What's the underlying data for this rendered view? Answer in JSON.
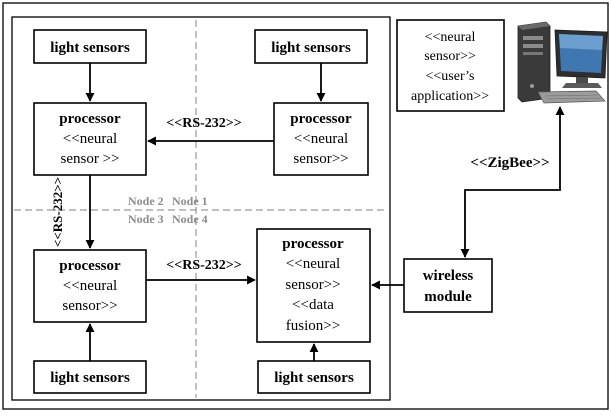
{
  "diagram": {
    "sensors": {
      "top_left": "light sensors",
      "top_right": "light sensors",
      "bottom_left": "light sensors",
      "bottom_right": "light sensors"
    },
    "processors": {
      "node2": {
        "title": "processor",
        "line1": "<<neural",
        "line2": "sensor >>"
      },
      "node1": {
        "title": "processor",
        "line1": "<<neural",
        "line2": "sensor>>"
      },
      "node3": {
        "title": "processor",
        "line1": "<<neural",
        "line2": "sensor>>"
      },
      "node4": {
        "title": "processor",
        "line1": "<<neural",
        "line2": "sensor>>",
        "line3": "<<data",
        "line4": "fusion>>"
      }
    },
    "links": {
      "rs232_top": "<<RS-232>>",
      "rs232_vertical": "<<RS-232>>",
      "rs232_bottom": "<<RS-232>>",
      "zigbee": "<<ZigBee>>"
    },
    "node_labels": {
      "node2": "Node 2",
      "node1": "Node 1",
      "node3": "Node 3",
      "node4": "Node 4"
    },
    "wireless": {
      "line1": "wireless",
      "line2": "module"
    },
    "pc_box": {
      "line1": "<<neural",
      "line2": "sensor>>",
      "line3": "<<user’s",
      "line4": "application>>"
    },
    "icons": {
      "computer": "desktop-computer-icon"
    },
    "colors": {
      "stroke": "#000000",
      "divider": "#9a9a9a",
      "node_label": "#8c8c8c"
    }
  }
}
